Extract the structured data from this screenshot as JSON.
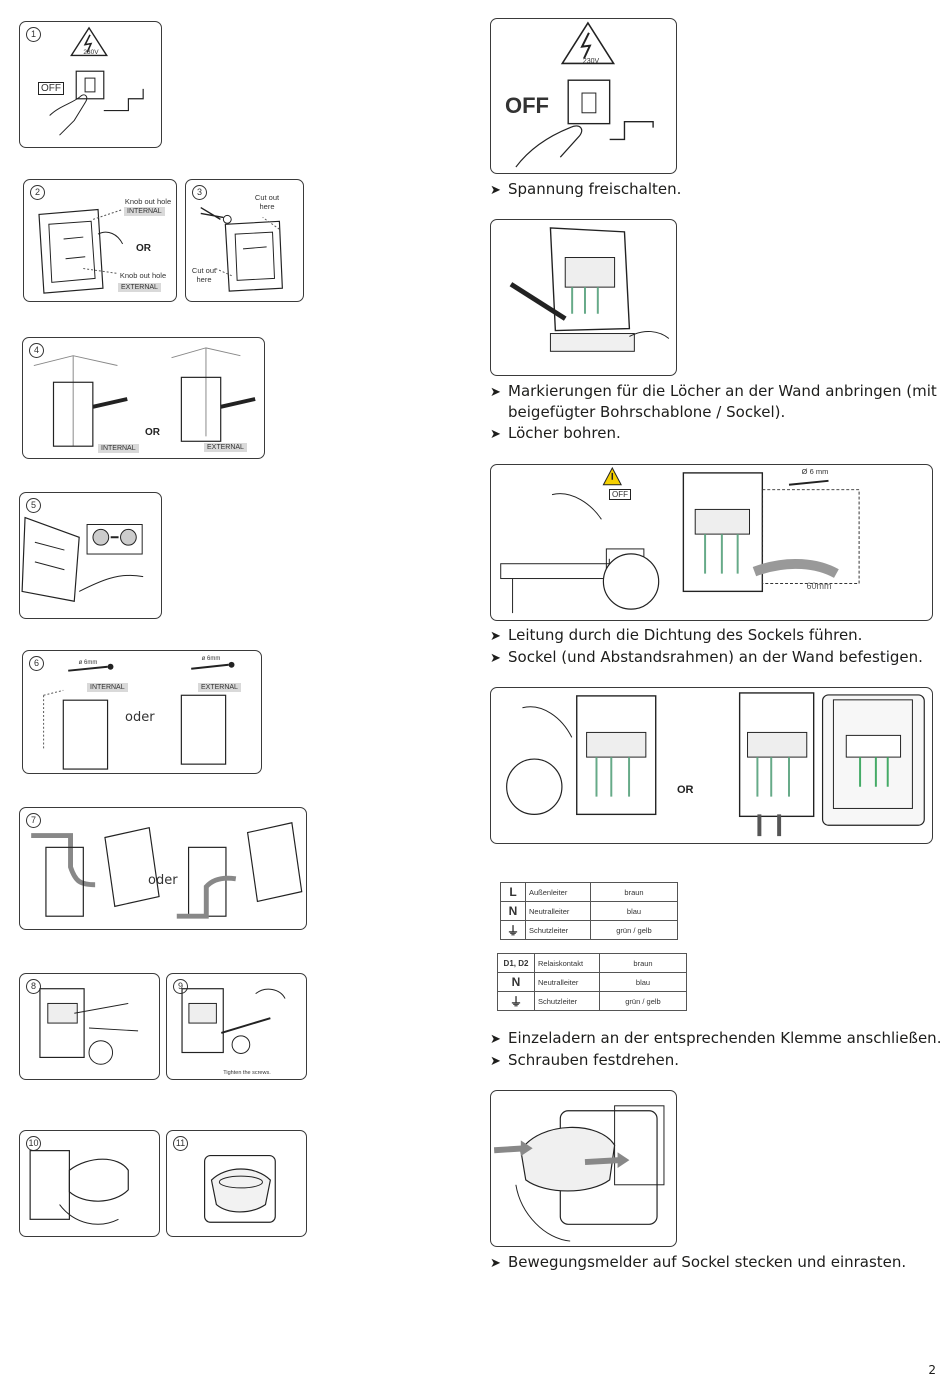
{
  "left_panels": {
    "p1": {
      "num": "1",
      "warn": "230V",
      "off": "OFF"
    },
    "p2": {
      "num": "2",
      "top_label_1": "Knob out hole",
      "top_tag": "INTERNAL",
      "or": "OR",
      "bottom_label": "Knob out hole",
      "bottom_tag": "EXTERNAL"
    },
    "p3": {
      "num": "3",
      "label_top_1": "Cut out",
      "label_top_2": "here",
      "label_bottom_1": "Cut out",
      "label_bottom_2": "here"
    },
    "p4": {
      "num": "4",
      "tag_left": "INTERNAL",
      "or": "OR",
      "tag_right": "EXTERNAL"
    },
    "p5": {
      "num": "5"
    },
    "p6": {
      "num": "6",
      "drill_left": "ø 6mm",
      "drill_right": "ø 6mm",
      "tag_left": "INTERNAL",
      "tag_right": "EXTERNAL",
      "oder": "oder"
    },
    "p7": {
      "num": "7",
      "oder": "oder"
    },
    "p8": {
      "num": "8"
    },
    "p9": {
      "num": "9",
      "caption": "Tighten the screws."
    },
    "p10": {
      "num": "10"
    },
    "p11": {
      "num": "11"
    }
  },
  "right": {
    "fig1": {
      "warn": "230V",
      "off": "OFF"
    },
    "fig3": {
      "drill": "Ø 6 mm",
      "dist": "60mm",
      "off": "OFF"
    },
    "fig4": {
      "or": "OR"
    },
    "steps": {
      "s1": "Spannung freischalten.",
      "s2a": "Markierungen für die Löcher an der Wand anbringen (mit",
      "s2b": "beigefügter Bohrschablone / Sockel).",
      "s3": "Löcher bohren.",
      "s4": "Leitung durch die Dichtung des Sockels führen.",
      "s5": "Sockel (und Abstandsrahmen) an der Wand befestigen.",
      "s6": "Einzeladern an der entsprechenden Klemme anschließen.",
      "s7": "Schrauben festdrehen.",
      "s8": "Bewegungsmelder auf Sockel stecken und einrasten."
    },
    "table1": [
      {
        "sym": "L",
        "desc": "Außenleiter",
        "color": "braun"
      },
      {
        "sym": "N",
        "desc": "Neutralleiter",
        "color": "blau"
      },
      {
        "sym": "⏚",
        "desc": "Schutzleiter",
        "color": "grün / gelb"
      }
    ],
    "table2": [
      {
        "sym": "D1, D2",
        "desc": "Relaiskontakt",
        "color": "braun"
      },
      {
        "sym": "N",
        "desc": "Neutralleiter",
        "color": "blau"
      },
      {
        "sym": "⏚",
        "desc": "Schutzleiter",
        "color": "grün / gelb"
      }
    ]
  },
  "page_number": "2"
}
